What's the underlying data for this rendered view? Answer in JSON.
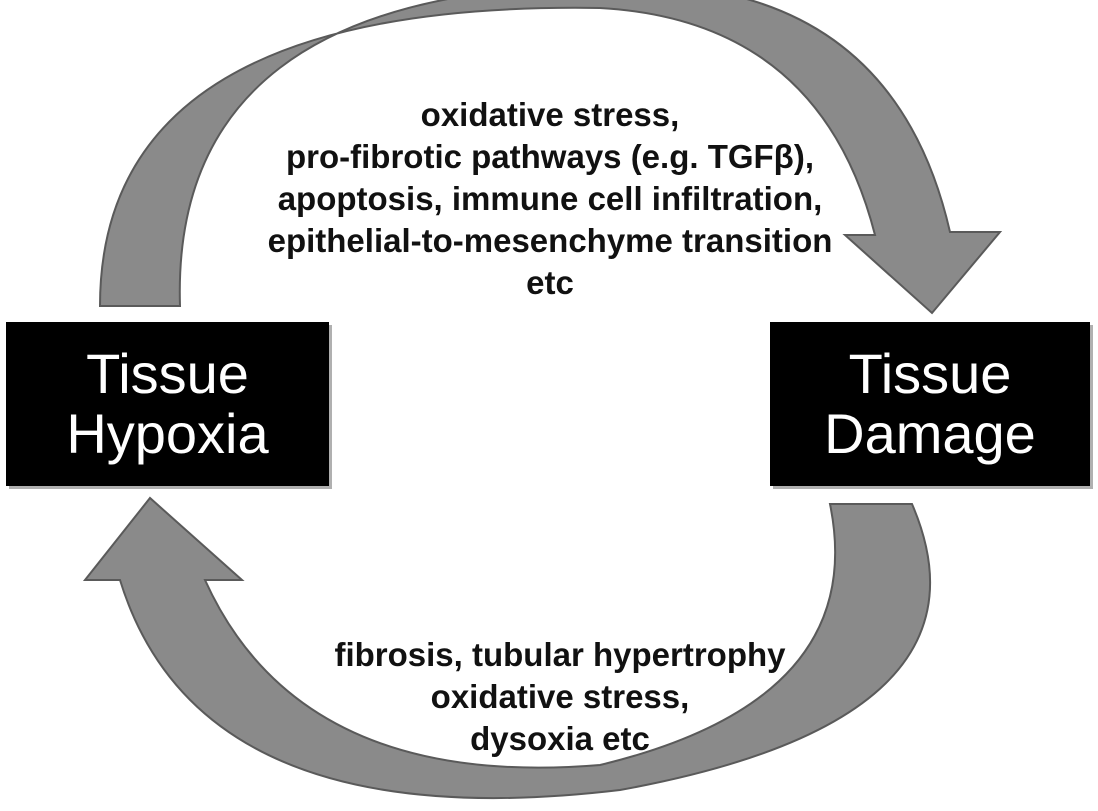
{
  "nodes": {
    "hypoxia": {
      "line1": "Tissue",
      "line2": "Hypoxia"
    },
    "damage": {
      "line1": "Tissue",
      "line2": "Damage"
    }
  },
  "edges": {
    "top": {
      "from": "hypoxia",
      "to": "damage",
      "lines": [
        "oxidative stress,",
        "pro-fibrotic pathways (e.g. TGFβ),",
        "apoptosis, immune cell infiltration,",
        "epithelial-to-mesenchyme transition",
        "etc"
      ]
    },
    "bottom": {
      "from": "damage",
      "to": "hypoxia",
      "lines": [
        "fibrosis, tubular hypertrophy",
        "oxidative stress,",
        "dysoxia etc"
      ]
    }
  },
  "colors": {
    "arrow": "#8a8a8a",
    "box": "#000000",
    "box_text": "#ffffff",
    "caption_text": "#111111"
  }
}
